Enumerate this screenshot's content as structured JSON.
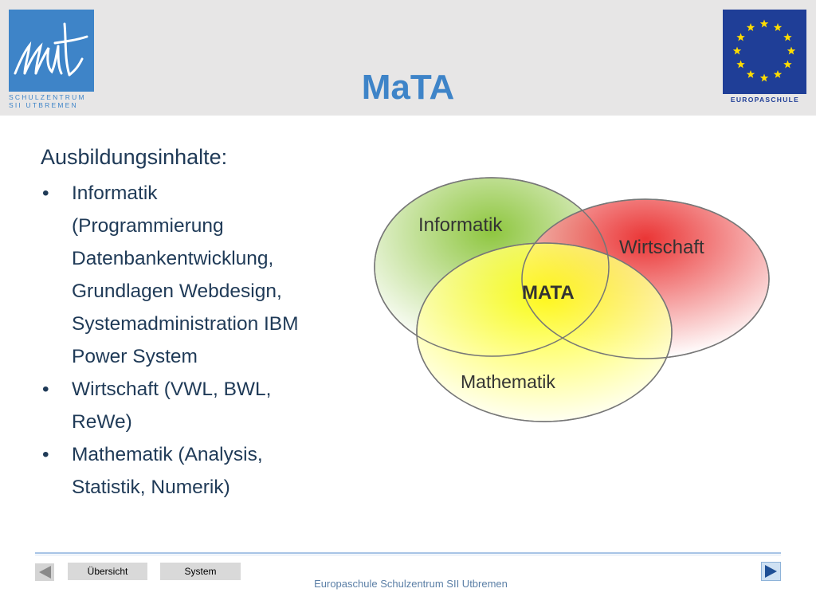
{
  "header": {
    "title": "MaTA",
    "logo_left_line1": "SCHULZENTRUM",
    "logo_left_line2": "SII UTBREMEN",
    "logo_right_label": "EUROPASCHULE"
  },
  "content": {
    "heading": "Ausbildungsinhalte:",
    "bullet_symbol": "•",
    "items": [
      [
        "Informatik",
        "(Programmierung",
        "Datenbankentwicklung,",
        "Grundlagen Webdesign,",
        "Systemadministration IBM",
        "Power System"
      ],
      [
        "Wirtschaft (VWL, BWL,",
        "ReWe)"
      ],
      [
        "Mathematik (Analysis,",
        "Statistik, Numerik)"
      ]
    ]
  },
  "venn": {
    "labels": [
      "Informatik",
      "Wirtschaft",
      "MATA",
      "Mathematik"
    ],
    "colors": {
      "informatik": "#8ec63f",
      "wirtschaft": "#e81f1f",
      "mathematik": "#ffff00"
    }
  },
  "nav": {
    "overview_label": "Übersicht",
    "system_label": "System",
    "prev_icon": "triangle-left-icon",
    "next_icon": "triangle-right-icon"
  },
  "footer": {
    "text": "Europaschule Schulzentrum SII Utbremen"
  }
}
